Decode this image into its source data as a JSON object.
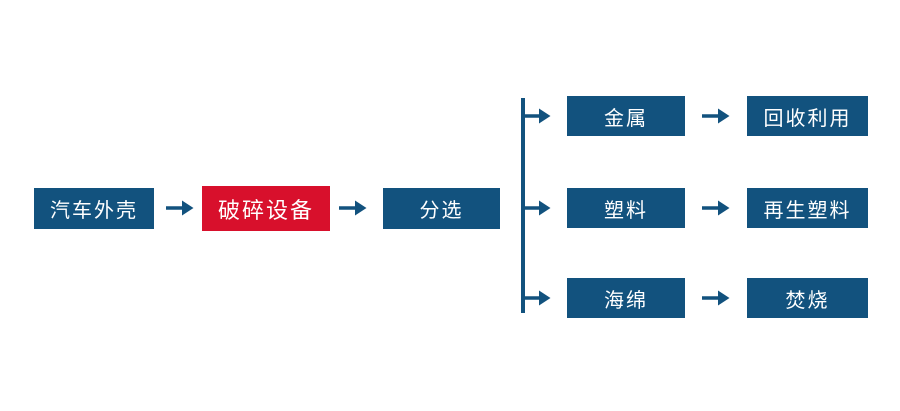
{
  "colors": {
    "node_blue": "#12527E",
    "highlight_red": "#D8102C",
    "text_white": "#FFFFFF",
    "background": "#FFFFFF"
  },
  "flow": {
    "type": "process-flowchart",
    "stages": [
      {
        "id": "car-shell",
        "label": "汽车外壳",
        "color": "blue"
      },
      {
        "id": "crushing-equipment",
        "label": "破碎设备",
        "color": "red"
      },
      {
        "id": "sorting",
        "label": "分选",
        "color": "blue"
      }
    ],
    "branches": [
      {
        "material": "金属",
        "result": "回收利用"
      },
      {
        "material": "塑料",
        "result": "再生塑料"
      },
      {
        "material": "海绵",
        "result": "焚烧"
      }
    ]
  }
}
